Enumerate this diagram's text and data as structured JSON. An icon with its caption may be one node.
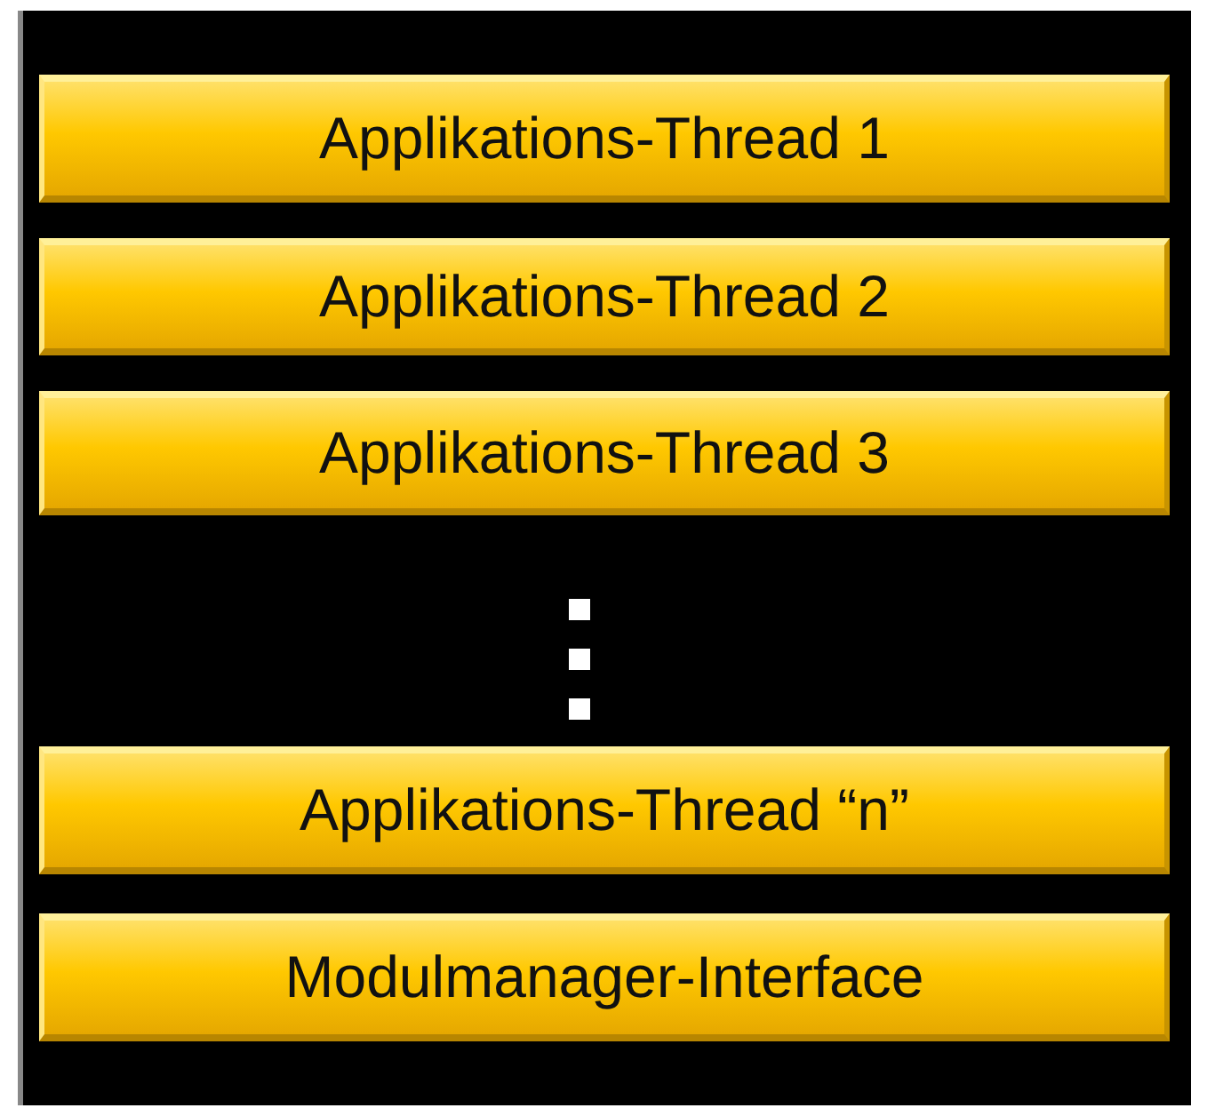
{
  "diagram": {
    "nodes": [
      {
        "text": [
          "Applikations-Thread 1"
        ]
      },
      {
        "text": [
          "Applikations-Thread 2"
        ]
      },
      {
        "text": [
          "Applikations-Thread 3"
        ]
      },
      {
        "text": [
          "Applikations-Thread “n”"
        ]
      },
      {
        "text": [
          "Modulmanager-Interface"
        ]
      }
    ]
  }
}
